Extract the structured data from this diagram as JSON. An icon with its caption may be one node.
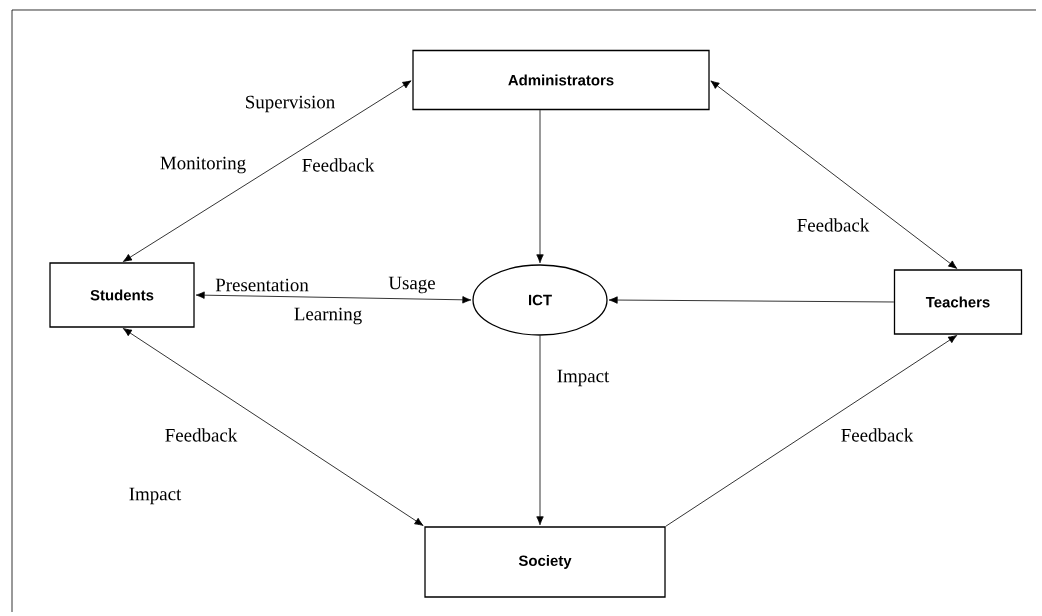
{
  "diagram": {
    "nodes": [
      {
        "text": [
          "Administrators"
        ]
      },
      {
        "text": [
          "Students"
        ]
      },
      {
        "text": [
          "ICT"
        ]
      },
      {
        "text": [
          "Teachers"
        ]
      },
      {
        "text": [
          "Society"
        ]
      }
    ],
    "edges": [
      {
        "from": 1,
        "to": 0,
        "arrow": "both"
      },
      {
        "from": 0,
        "to": 2,
        "arrow": "to"
      },
      {
        "from": 1,
        "to": 2,
        "arrow": "both"
      },
      {
        "from": 3,
        "to": 2,
        "arrow": "to"
      },
      {
        "from": 0,
        "to": 3,
        "arrow": "both",
        "label": "Feedback"
      },
      {
        "from": 2,
        "to": 4,
        "arrow": "to",
        "label": "Impact"
      },
      {
        "from": 1,
        "to": 4,
        "arrow": "both"
      },
      {
        "from": 4,
        "to": 3,
        "arrow": "to",
        "label": "Feedback"
      }
    ],
    "labels": [
      "Supervision",
      "Monitoring",
      "Feedback",
      "Presentation",
      "Usage",
      "Learning",
      "Feedback",
      "Impact"
    ]
  }
}
